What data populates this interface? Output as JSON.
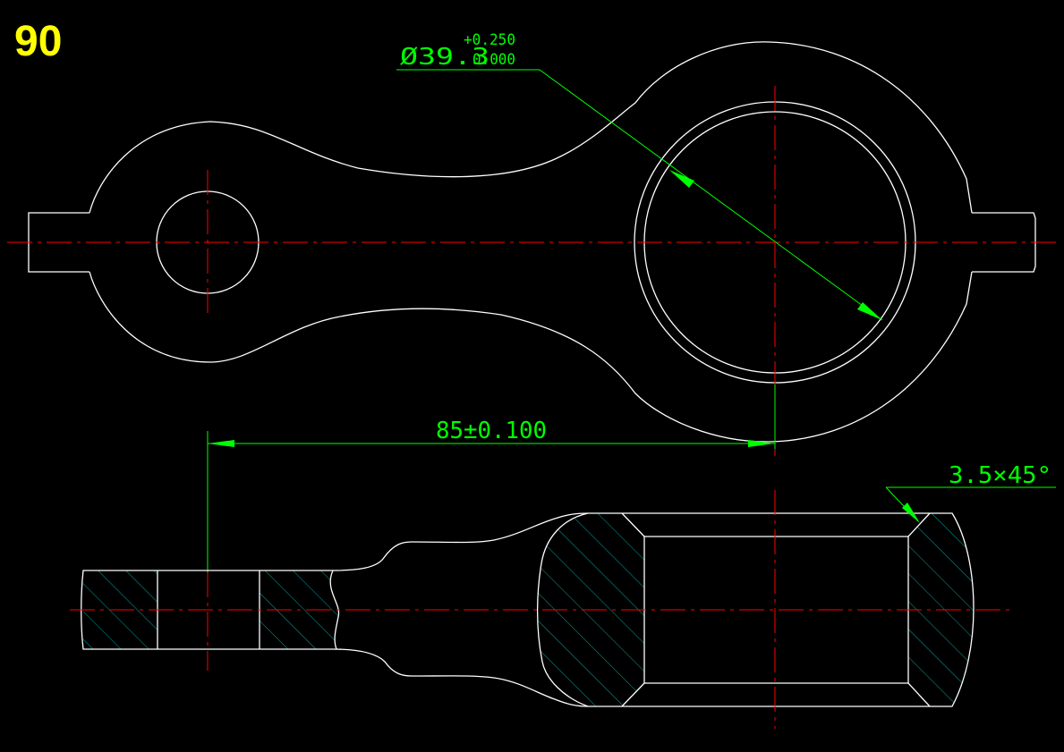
{
  "drawing": {
    "number": "90",
    "bore_diameter": "Ø39.3",
    "bore_tol_upper": "+0.250",
    "bore_tol_lower": "0.000",
    "center_distance": "85±0.100",
    "chamfer": "3.5×45°"
  },
  "colors": {
    "background": "#000000",
    "outline": "#ffffff",
    "centerline": "#ff0000",
    "dimension": "#00ff00",
    "hatch": "#00cccc",
    "label": "#ffff00"
  }
}
